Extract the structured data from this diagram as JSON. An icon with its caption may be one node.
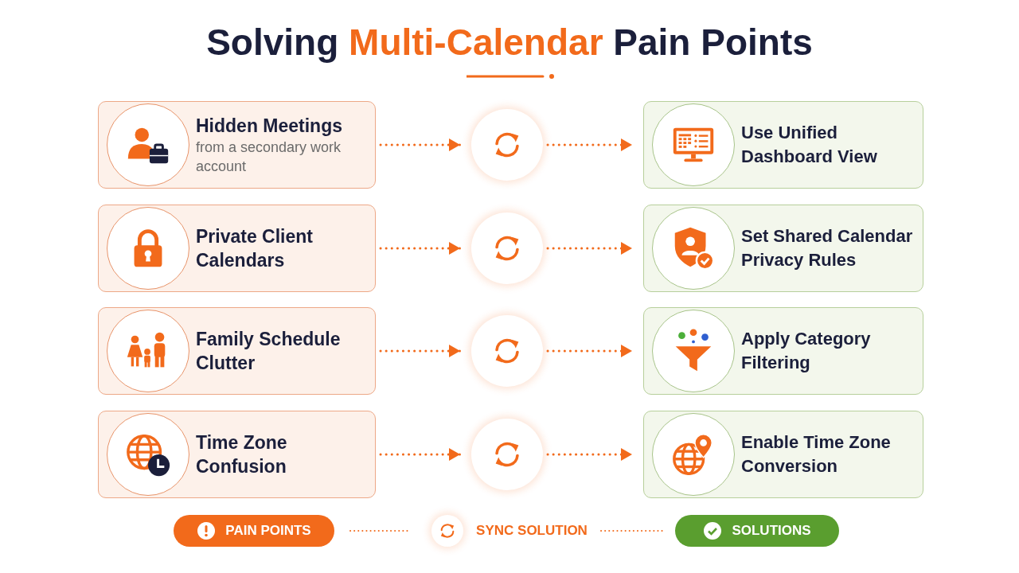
{
  "diagram": {
    "title": "Solving Multi-Calendar Pain Points",
    "nodes": [
      {
        "text": [
          "Hidden Meetings",
          "from a secondary work account"
        ]
      },
      {
        "text": [
          "Private Client Calendars"
        ]
      },
      {
        "text": [
          "Family Schedule Clutter"
        ]
      },
      {
        "text": [
          "Time Zone Confusion"
        ]
      },
      {
        "text": [],
        "shape": "circle"
      },
      {
        "text": [],
        "shape": "circle"
      },
      {
        "text": [],
        "shape": "circle"
      },
      {
        "text": [],
        "shape": "circle"
      },
      {
        "text": [
          "Use Unified Dashboard View"
        ]
      },
      {
        "text": [
          "Set Shared Calendar Privacy Rules"
        ]
      },
      {
        "text": [
          "Apply Category Filtering"
        ]
      },
      {
        "text": [
          "Enable Time Zone Conversion"
        ]
      }
    ],
    "edges": [
      {
        "from": 0,
        "to": 4,
        "arrow": "to"
      },
      {
        "from": 4,
        "to": 8,
        "arrow": "to"
      },
      {
        "from": 1,
        "to": 5,
        "arrow": "to"
      },
      {
        "from": 5,
        "to": 9,
        "arrow": "to"
      },
      {
        "from": 2,
        "to": 6,
        "arrow": "to"
      },
      {
        "from": 6,
        "to": 10,
        "arrow": "to"
      },
      {
        "from": 3,
        "to": 7,
        "arrow": "to"
      },
      {
        "from": 7,
        "to": 11,
        "arrow": "to"
      }
    ],
    "legend": [
      {
        "text": "PAIN POINTS",
        "color": "#f26a1b"
      },
      {
        "text": "SYNC SOLUTION"
      },
      {
        "text": "SOLUTIONS",
        "color": "#5a9e2f"
      }
    ]
  }
}
